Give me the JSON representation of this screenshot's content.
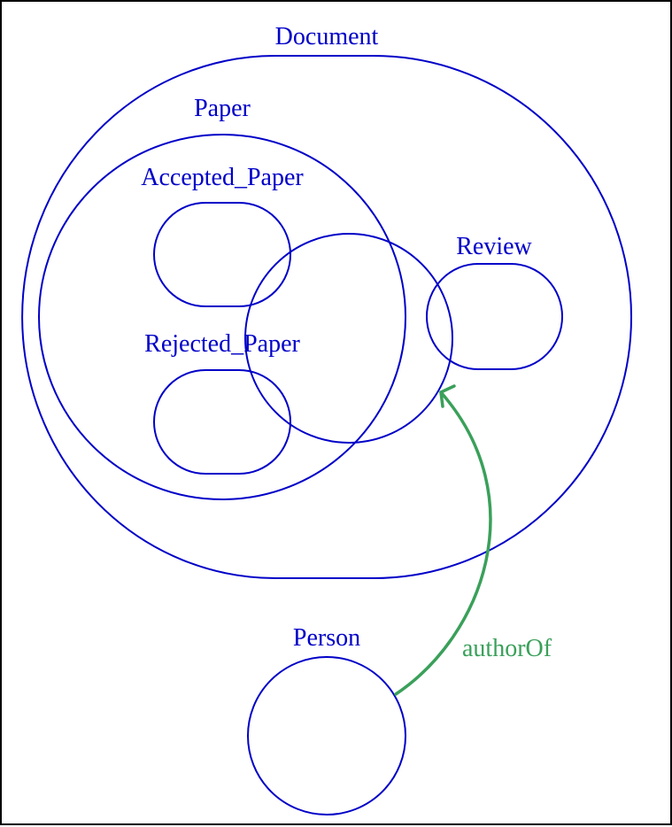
{
  "colors": {
    "concept": "#0000c8",
    "relation": "#3aa05a",
    "border": "#000000",
    "background": "#ffffff"
  },
  "concepts": {
    "document": {
      "label": "Document"
    },
    "paper": {
      "label": "Paper"
    },
    "accepted_paper": {
      "label": "Accepted_Paper"
    },
    "rejected_paper": {
      "label": "Rejected_Paper"
    },
    "unlabeled": {
      "label": ""
    },
    "review": {
      "label": "Review"
    },
    "person": {
      "label": "Person"
    }
  },
  "relations": [
    {
      "label": "authorOf",
      "from": "Person",
      "to": "unlabeled circle (overlapping Paper and Review)"
    }
  ]
}
